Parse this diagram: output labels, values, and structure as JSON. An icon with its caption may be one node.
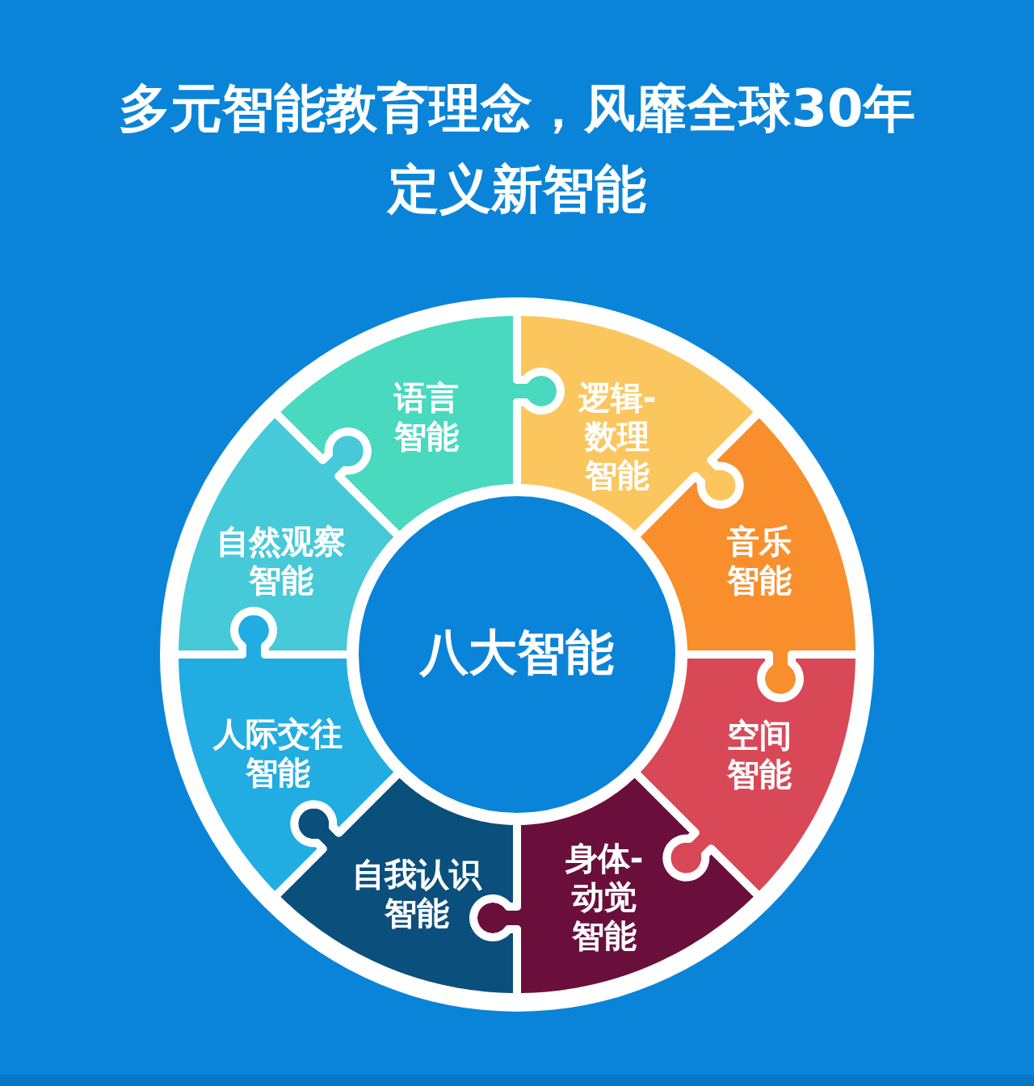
{
  "diagram": {
    "title": "多元智能教育理念，风靡全球30年定义新智能",
    "nodes": [
      {
        "text": [
          "八大智能"
        ]
      },
      {
        "text": [
          "语言智能"
        ]
      },
      {
        "text": [
          "逻辑-数理智能"
        ]
      },
      {
        "text": [
          "音乐智能"
        ]
      },
      {
        "text": [
          "空间智能"
        ]
      },
      {
        "text": [
          "身体-动觉智能"
        ]
      },
      {
        "text": [
          "自我认识智能"
        ]
      },
      {
        "text": [
          "人际交往智能"
        ]
      },
      {
        "text": [
          "自然观察智能"
        ]
      }
    ]
  }
}
